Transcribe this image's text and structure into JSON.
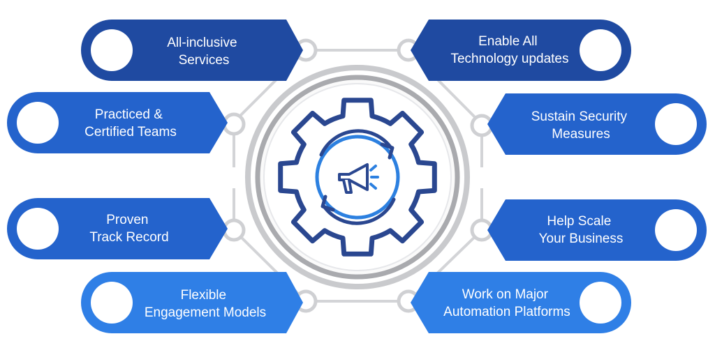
{
  "colors": {
    "dark_blue": "#1f4aa1",
    "medium_blue": "#2463cc",
    "bright_blue": "#2f7fe6",
    "ring_grey": "#c9cacd",
    "connector_grey": "#d3d4d7",
    "icon_navy": "#2a4790",
    "icon_accent": "#2c80e0"
  },
  "center": {
    "icon": "gear-with-megaphone-and-cycle-arrows-icon"
  },
  "left_items": [
    {
      "line1": "All-inclusive",
      "line2": "Services",
      "tone": "dark_blue",
      "icon": "circle-marker-icon"
    },
    {
      "line1": "Practiced &",
      "line2": "Certified Teams",
      "tone": "medium_blue",
      "icon": "circle-marker-icon"
    },
    {
      "line1": "Proven",
      "line2": "Track Record",
      "tone": "medium_blue",
      "icon": "circle-marker-icon"
    },
    {
      "line1": "Flexible",
      "line2": "Engagement Models",
      "tone": "bright_blue",
      "icon": "circle-marker-icon"
    }
  ],
  "right_items": [
    {
      "line1": "Enable All",
      "line2": "Technology updates",
      "tone": "dark_blue",
      "icon": "circle-marker-icon"
    },
    {
      "line1": "Sustain Security",
      "line2": "Measures",
      "tone": "medium_blue",
      "icon": "circle-marker-icon"
    },
    {
      "line1": "Help Scale",
      "line2": "Your Business",
      "tone": "medium_blue",
      "icon": "circle-marker-icon"
    },
    {
      "line1": "Work on Major",
      "line2": "Automation Platforms",
      "tone": "bright_blue",
      "icon": "circle-marker-icon"
    }
  ]
}
